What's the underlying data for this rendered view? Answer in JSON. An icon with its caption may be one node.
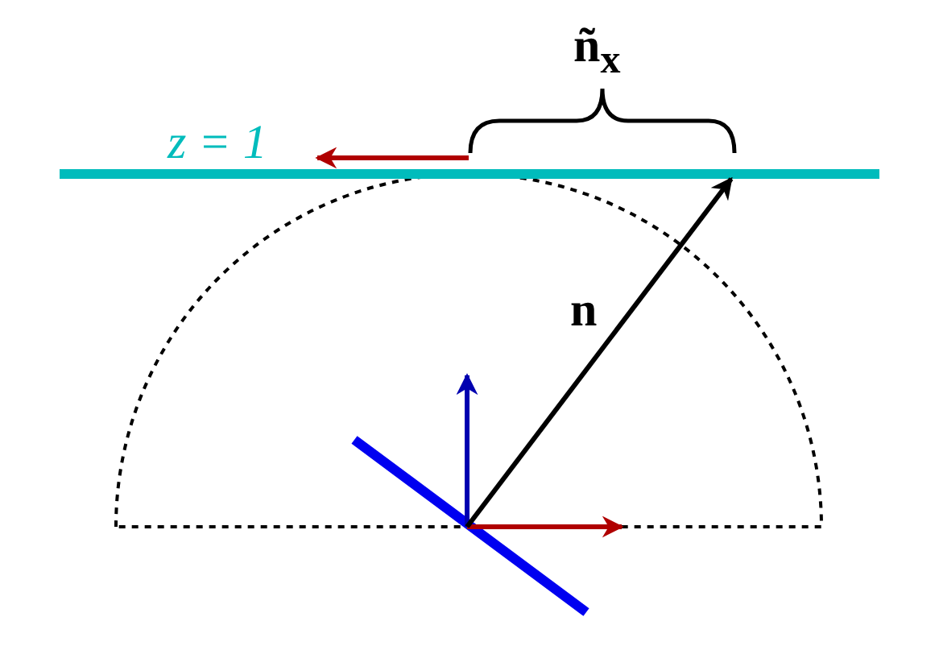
{
  "diagram": {
    "labels": [
      "z = 1",
      "ñ$_{x}$",
      "n"
    ]
  }
}
